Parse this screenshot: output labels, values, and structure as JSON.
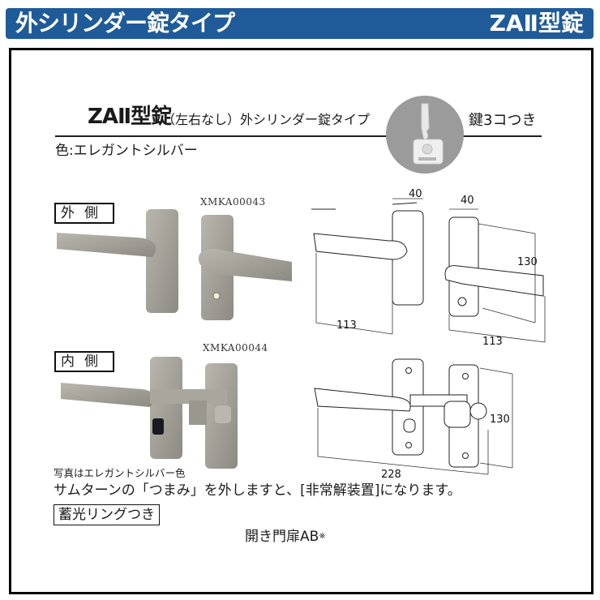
{
  "header": {
    "category_title": "外シリンダー錠タイプ",
    "product_series": "ZAⅡ型錠",
    "bar_color": "#1f5b99"
  },
  "product": {
    "name": "ZAⅡ型錠",
    "subtitle": "（左右なし）外シリンダー錠タイプ",
    "color_label": "色:エレガントシルバー",
    "key_note": "鍵3コつき",
    "key_icon": "key-icon"
  },
  "outside": {
    "label": "外側",
    "model_code": "XMKA00043",
    "dimensions": {
      "left_width": "40",
      "left_length": "113",
      "right_width": "40",
      "right_length": "113",
      "right_height": "130"
    }
  },
  "inside": {
    "label": "内側",
    "model_code": "XMKA00044",
    "dimensions": {
      "total_length": "228",
      "height": "130"
    }
  },
  "notes": {
    "photo_note": "写真はエレガントシルバー色",
    "thumbturn_note": "サムターンの「つまみ」を外しますと、[非常解装置]になります。",
    "luminous_ring": "蓄光リングつき",
    "applicable_gate": "開き門扉AB",
    "gate_mark": "※"
  }
}
